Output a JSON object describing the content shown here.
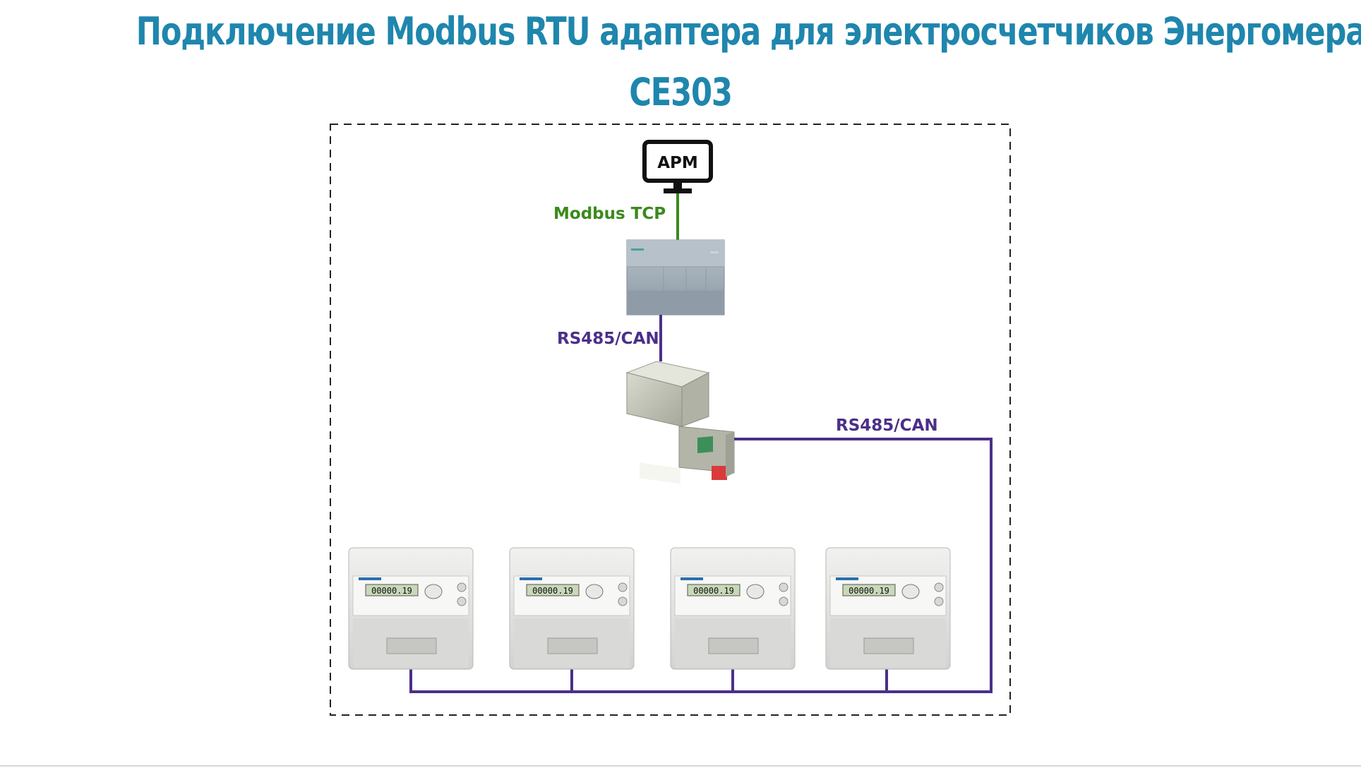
{
  "title": {
    "line1": "Подключение Modbus RTU адаптера для электросчетчиков Энергомера",
    "line2": "CE303",
    "color": "#1f86ad"
  },
  "workstation": {
    "label": "АРМ"
  },
  "links": {
    "tcp_label": "Modbus TCP",
    "tcp_color": "#3a8a1c",
    "bus_label_1": "RS485/CAN",
    "bus_label_2": "RS485/CAN",
    "bus_color": "#4b2f88"
  },
  "devices": {
    "plc": "plc-controller",
    "adapter": "modbus-rtu-adapter",
    "meters": [
      "meter-1",
      "meter-2",
      "meter-3",
      "meter-4"
    ],
    "meter_readout": "00000.19"
  }
}
